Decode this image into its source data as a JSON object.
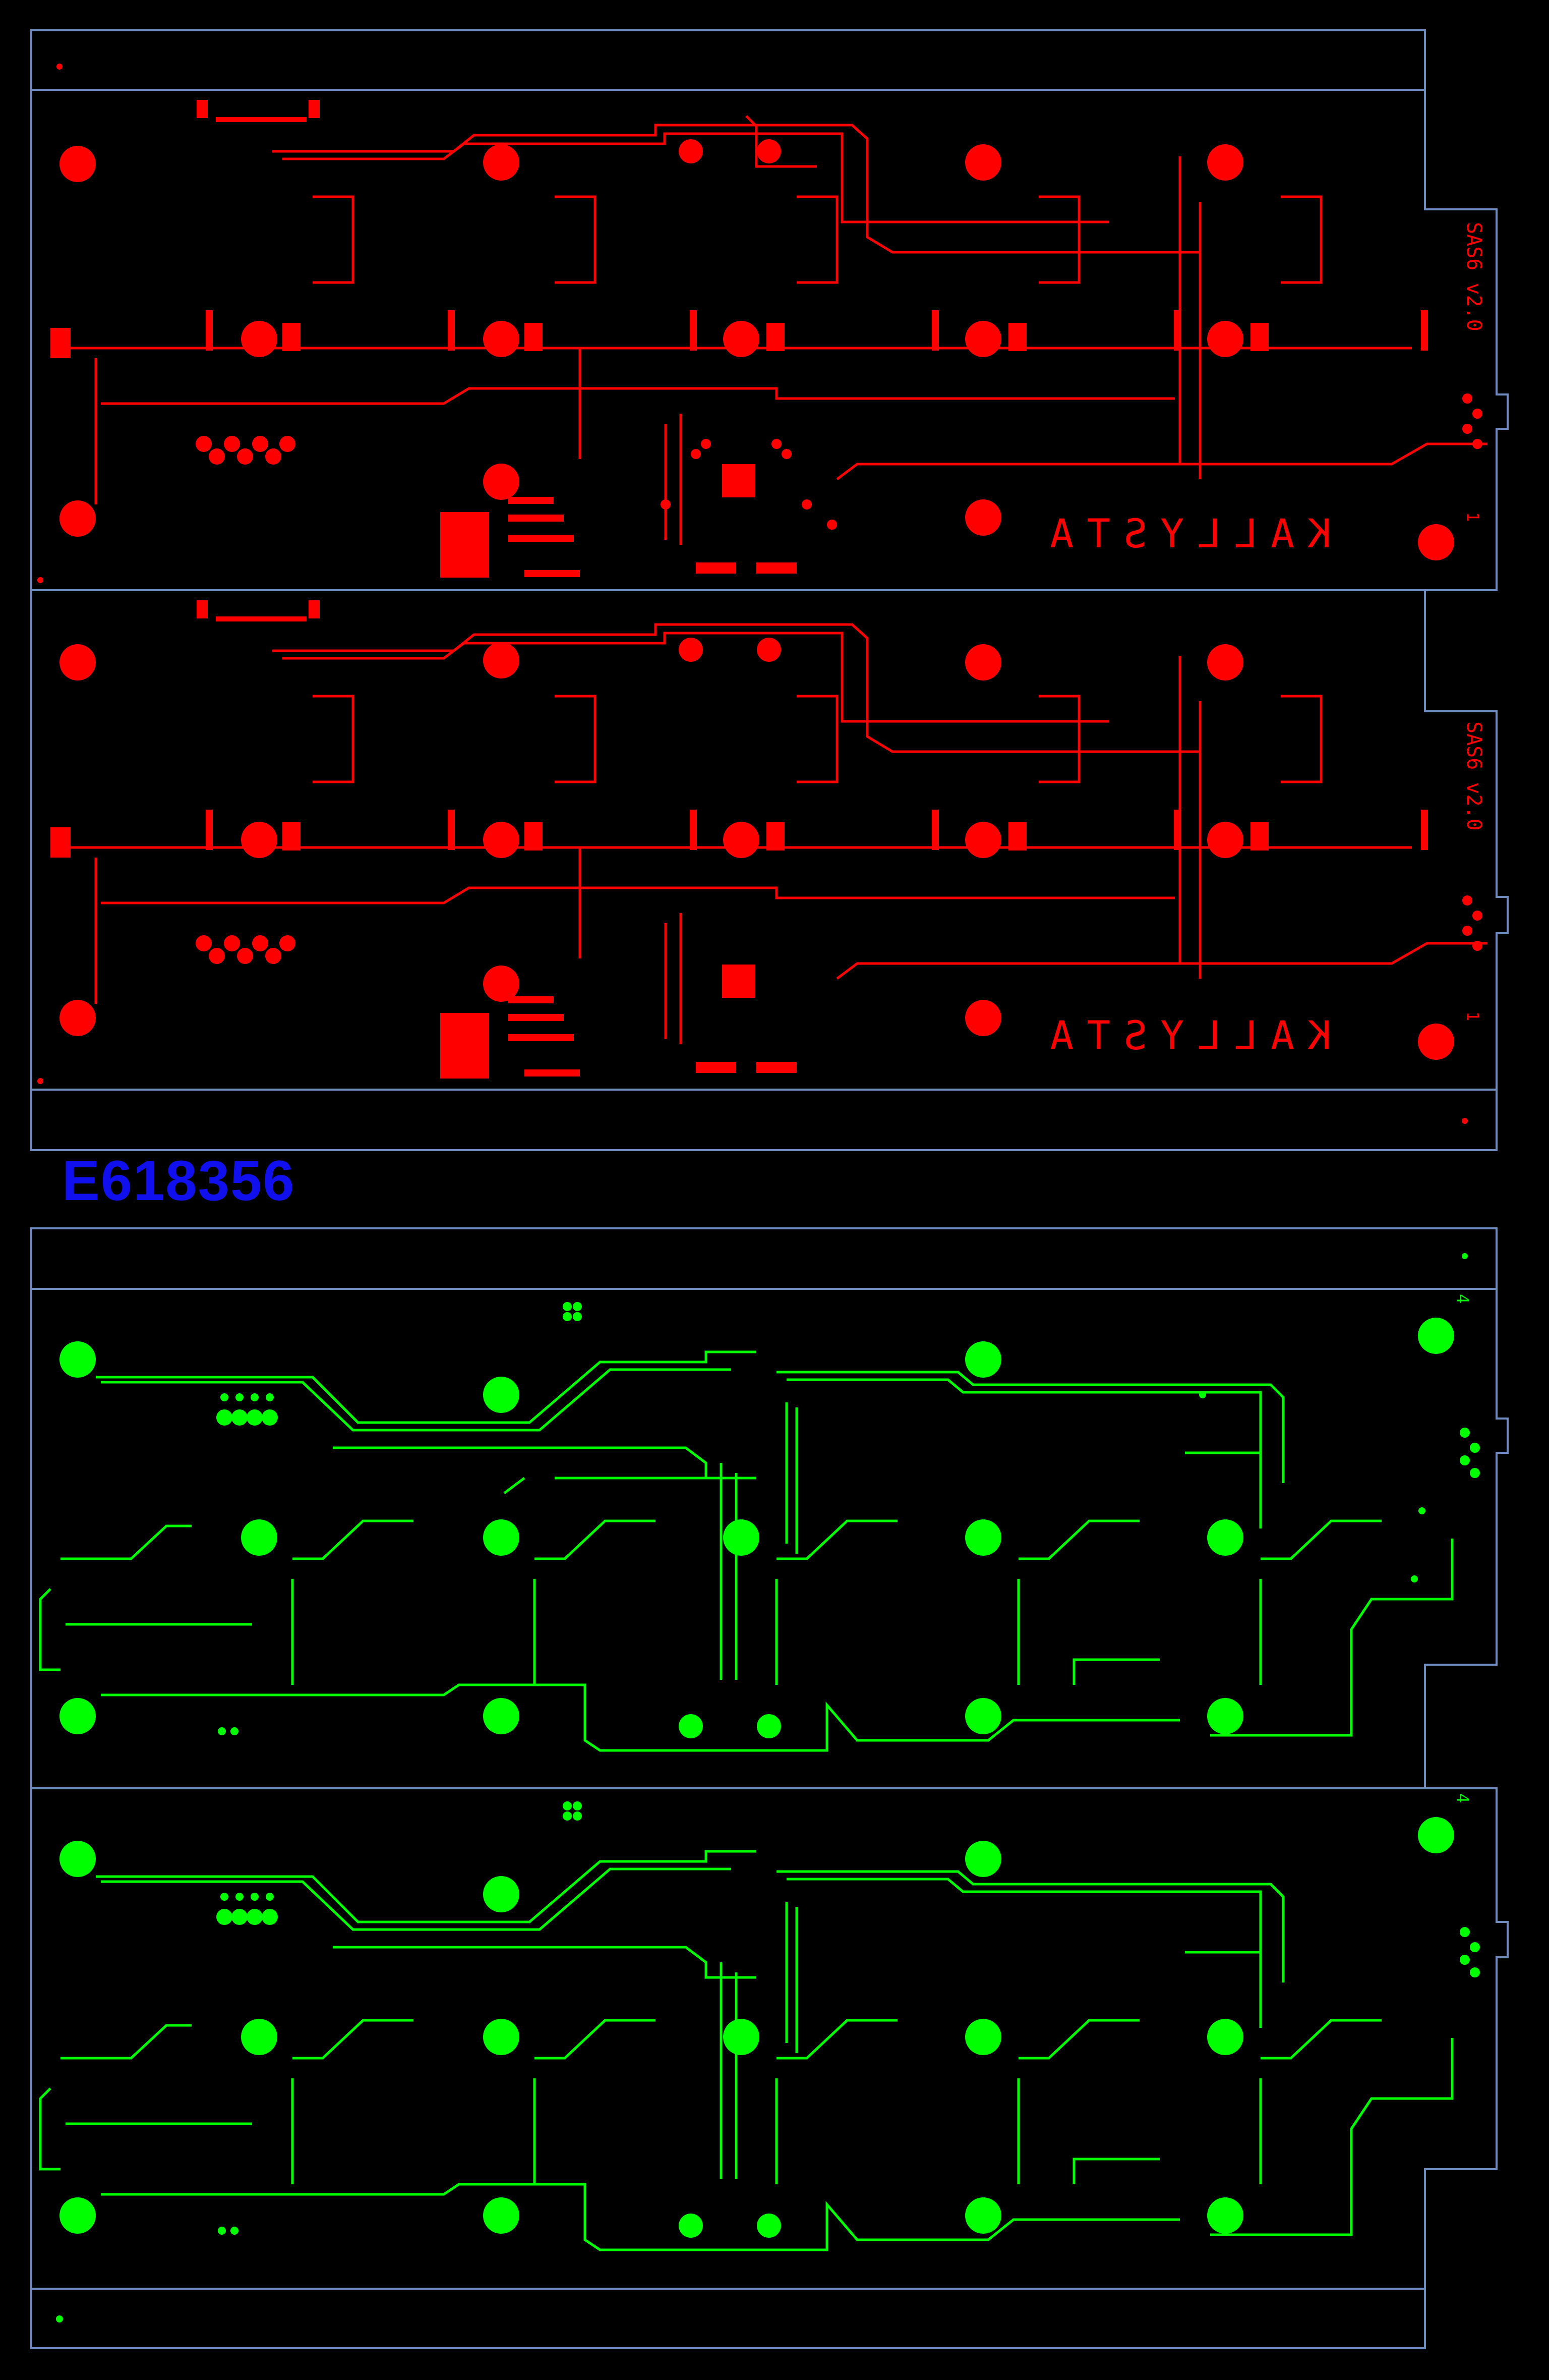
{
  "colors": {
    "background": "#000000",
    "outline": "#6e8cc0",
    "top_copper": "#ff0000",
    "bottom_copper": "#00ff00",
    "lot_code": "#1010ee"
  },
  "top_layer": {
    "silkscreen": {
      "board_name": "SAS6 v2.0",
      "brand": "KALLYSTA",
      "pin_one": "1"
    }
  },
  "bottom_layer": {
    "silkscreen": {
      "pin_four": "4"
    }
  },
  "lot_code": "E618356"
}
